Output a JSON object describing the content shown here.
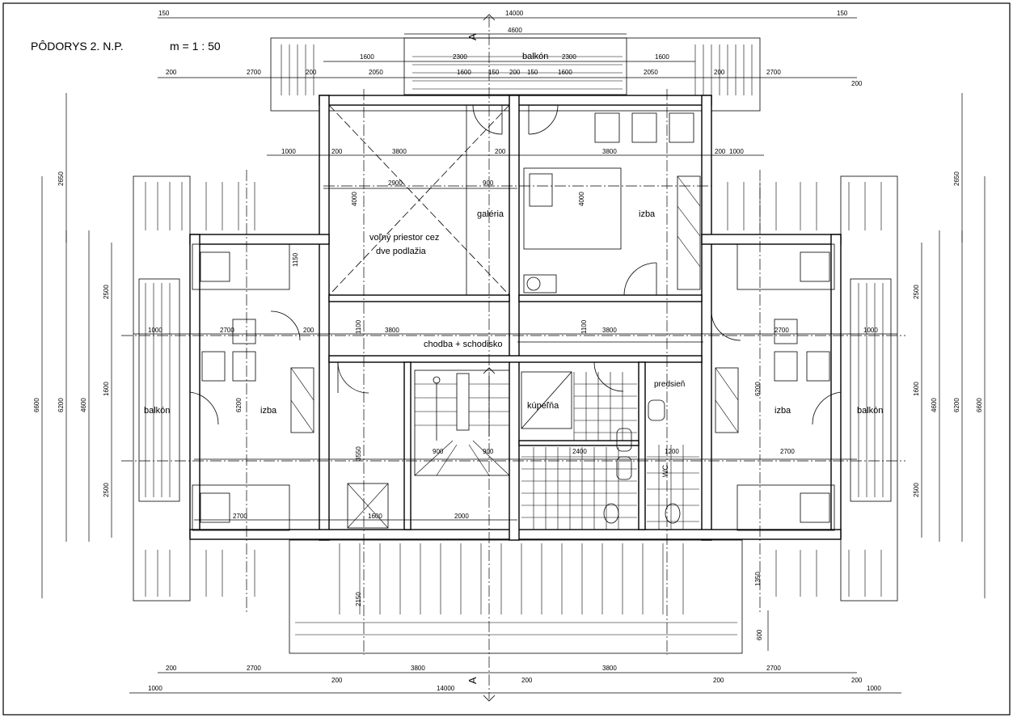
{
  "title": "PÔDORYS 2. N.P.",
  "scale": "m = 1 : 50",
  "section_mark": "A",
  "rooms": {
    "balcony_top": "balkón",
    "balcony_left": "balkón",
    "balcony_right": "balkón",
    "open_space_line1": "voľný priestor cez",
    "open_space_line2": "dve podlažia",
    "gallery": "galéria",
    "room_top_right": "izba",
    "room_left": "izba",
    "room_right": "izba",
    "corridor": "chodba + schodisko",
    "bathroom": "kúpeľňa",
    "vestibule": "predsieň",
    "wc": "WC"
  },
  "dimensions": {
    "top_total": "14000",
    "top_ends": "150",
    "top_balcony": "4600",
    "top_1600": "1600",
    "top_2300": "2300",
    "top_2050": "2050",
    "top_150": "150",
    "top_200": "200",
    "top_2700": "2700",
    "top_3800": "3800",
    "top_1000": "1000",
    "mid_2900": "2900",
    "mid_900": "900",
    "mid_4000": "4000",
    "mid_1150": "1150",
    "mid_1100": "1100",
    "mid_6200": "6200",
    "mid_3550": "3550",
    "mid_2400": "2400",
    "mid_1200": "1200",
    "mid_2000": "2000",
    "mid_1350": "1350",
    "mid_2150": "2150",
    "mid_600": "600",
    "left_2650": "2650",
    "left_6600": "6600",
    "left_4600": "4600",
    "left_2500": "2500",
    "left_1600": "1600",
    "bot_14000": "14000"
  }
}
